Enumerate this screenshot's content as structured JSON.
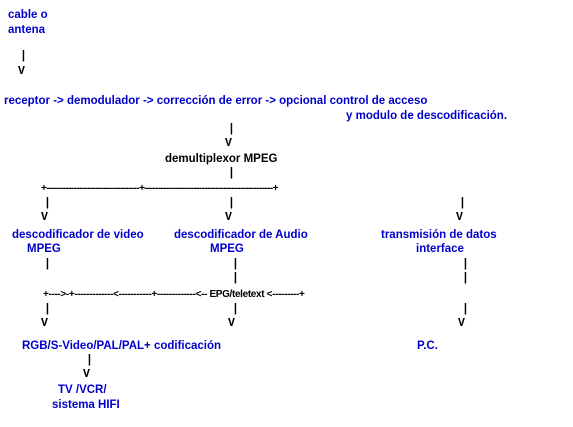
{
  "colors": {
    "text": "#001a80",
    "text_blue": "#0000cc",
    "connector": "#000000",
    "background": "#ffffff"
  },
  "nodes": {
    "cable_line1": "cable o",
    "cable_line2": "antena",
    "chain": "receptor -> demodulador -> corrección de error -> opcional control de acceso",
    "chain_line2": "y modulo de descodificación.",
    "demux": "demultiplexor MPEG",
    "video_line1": "descodificador de video",
    "video_line2": "MPEG",
    "audio_line1": "descodificador de Audio",
    "audio_line2": "MPEG",
    "data_line1": "transmisión de datos",
    "data_line2": "interface",
    "epg_line": "+---->-+-------------<-----------+-------------<-- EPG/teletext <---------+",
    "rgb": "RGB/S-Video/PAL/PAL+ codificación",
    "pc": "P.C.",
    "tv_line1": "TV /VCR/",
    "tv_line2": "sistema HIFI"
  },
  "connectors": {
    "pipe": "|",
    "arrow": "V",
    "branch_line": "+----------------------------------+-----------------------------------------------+"
  }
}
